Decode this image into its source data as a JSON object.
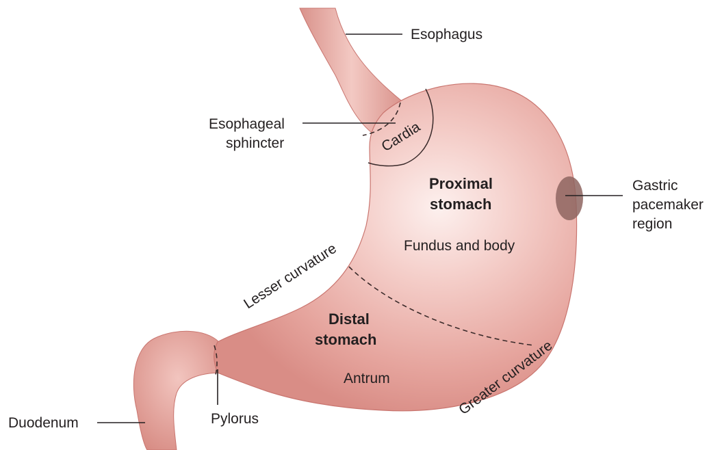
{
  "labels": {
    "esophagus": "Esophagus",
    "esophageal_sphincter_line1": "Esophageal",
    "esophageal_sphincter_line2": "sphincter",
    "cardia": "Cardia",
    "proximal_line1": "Proximal",
    "proximal_line2": "stomach",
    "fundus_body": "Fundus and body",
    "gastric_line1": "Gastric",
    "gastric_line2": "pacemaker",
    "gastric_line3": "region",
    "lesser_curvature": "Lesser curvature",
    "distal_line1": "Distal",
    "distal_line2": "stomach",
    "antrum": "Antrum",
    "greater_curvature": "Greater curvature",
    "duodenum": "Duodenum",
    "pylorus": "Pylorus"
  },
  "colors": {
    "stomach_fill": "#e8a9a3",
    "stomach_highlight": "#fbe9e6",
    "stomach_edge": "#c9756f",
    "pacemaker": "#8e6560",
    "text": "#231f20"
  }
}
